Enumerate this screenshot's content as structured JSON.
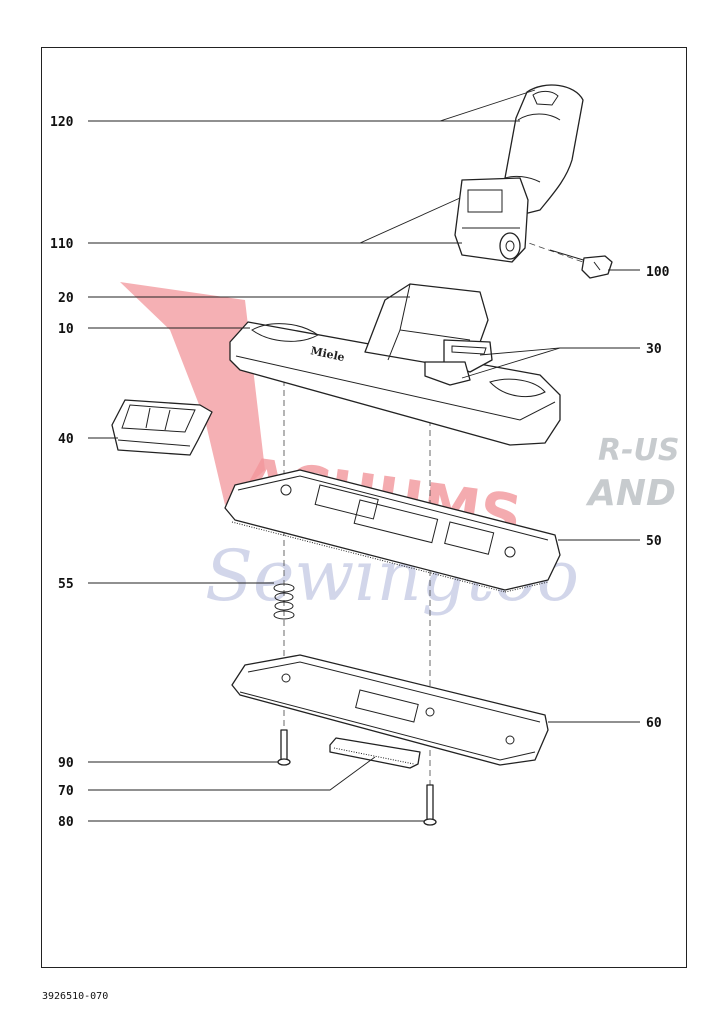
{
  "diagram": {
    "document_number": "3926510-070",
    "brand_mark": "Miele",
    "callouts": [
      {
        "id": "120",
        "label": "120"
      },
      {
        "id": "110",
        "label": "110"
      },
      {
        "id": "100",
        "label": "100"
      },
      {
        "id": "20",
        "label": "20"
      },
      {
        "id": "10",
        "label": "10"
      },
      {
        "id": "30",
        "label": "30"
      },
      {
        "id": "40",
        "label": "40"
      },
      {
        "id": "50",
        "label": "50"
      },
      {
        "id": "55",
        "label": "55"
      },
      {
        "id": "60",
        "label": "60"
      },
      {
        "id": "90",
        "label": "90"
      },
      {
        "id": "70",
        "label": "70"
      },
      {
        "id": "80",
        "label": "80"
      }
    ]
  },
  "watermark": {
    "line1": "ACUUMS",
    "r_us": "R-US",
    "and": "AND",
    "script": "Sewingtoo",
    "colors": {
      "red": "#e8404a",
      "gray": "#9aa0a6",
      "blue": "#8a94c8"
    }
  }
}
